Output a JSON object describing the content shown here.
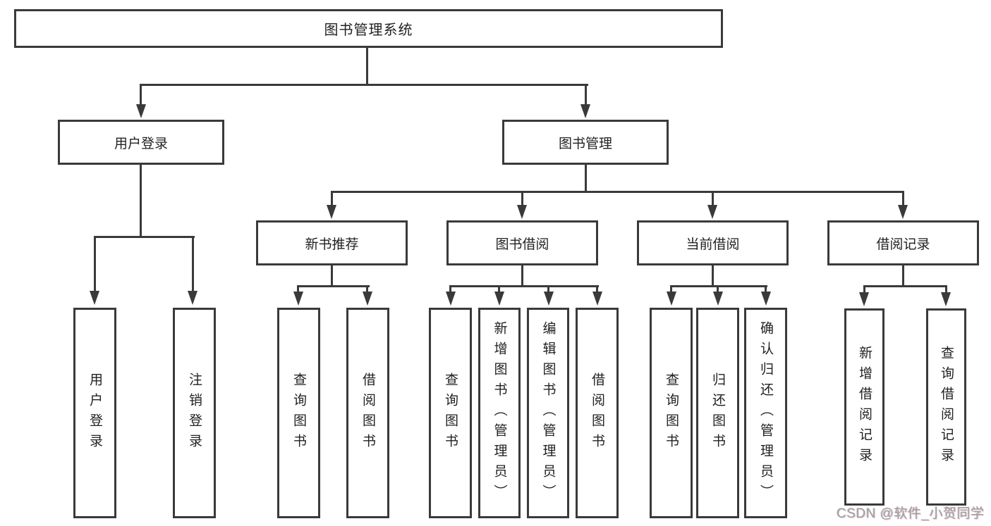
{
  "diagram": {
    "title": "图书管理系统",
    "root": "图书管理系统",
    "level1": [
      {
        "label": "用户登录"
      },
      {
        "label": "图书管理"
      }
    ],
    "level2": [
      {
        "label": "新书推荐"
      },
      {
        "label": "图书借阅"
      },
      {
        "label": "当前借阅"
      },
      {
        "label": "借阅记录"
      }
    ],
    "leaves": {
      "user_login": [
        "用户登录",
        "注销登录"
      ],
      "new_book": [
        "查询图书",
        "借阅图书"
      ],
      "book_borrow": [
        "查询图书",
        "新增图书（管理员）",
        "编辑图书（管理员）",
        "借阅图书"
      ],
      "current_borrow": [
        "查询图书",
        "归还图书",
        "确认归还（管理员）"
      ],
      "borrow_record": [
        "新增借阅记录",
        "查询借阅记录"
      ]
    }
  },
  "watermark": {
    "text": "CSDN @软件_小贺同学"
  },
  "colors": {
    "line": "#3a3a3a",
    "text": "#222222",
    "watermark": "#9e9e9e",
    "background": "#ffffff"
  }
}
